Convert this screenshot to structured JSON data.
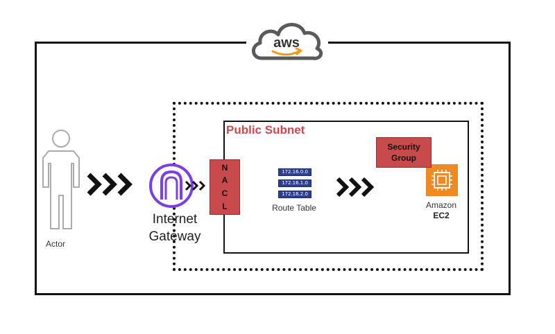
{
  "diagram": {
    "aws_logo_text": "aws",
    "subnet_title": "Public Subnet",
    "nacl_letters": [
      "N",
      "A",
      "C",
      "L"
    ],
    "security_group_label": "Security Group",
    "actor_label": "Actor",
    "internet_gateway_label": "Internet Gateway",
    "route_table_label": "Route Table",
    "route_table_rows": [
      "172.16.0.0",
      "172.16.1.0",
      "172.16.2.0"
    ],
    "ec2_label_line1": "Amazon",
    "ec2_label_line2": "EC2"
  },
  "colors": {
    "subnet_title": "#d0474c",
    "nacl_fill": "#c94a4a",
    "security_group_fill": "#c94a4a",
    "igw_purple": "#7b3fe4",
    "ec2_orange": "#ef8a23",
    "route_table_blue": "#2a3f8f",
    "aws_orange": "#f59a18",
    "actor_outline": "#aaaaaa"
  }
}
